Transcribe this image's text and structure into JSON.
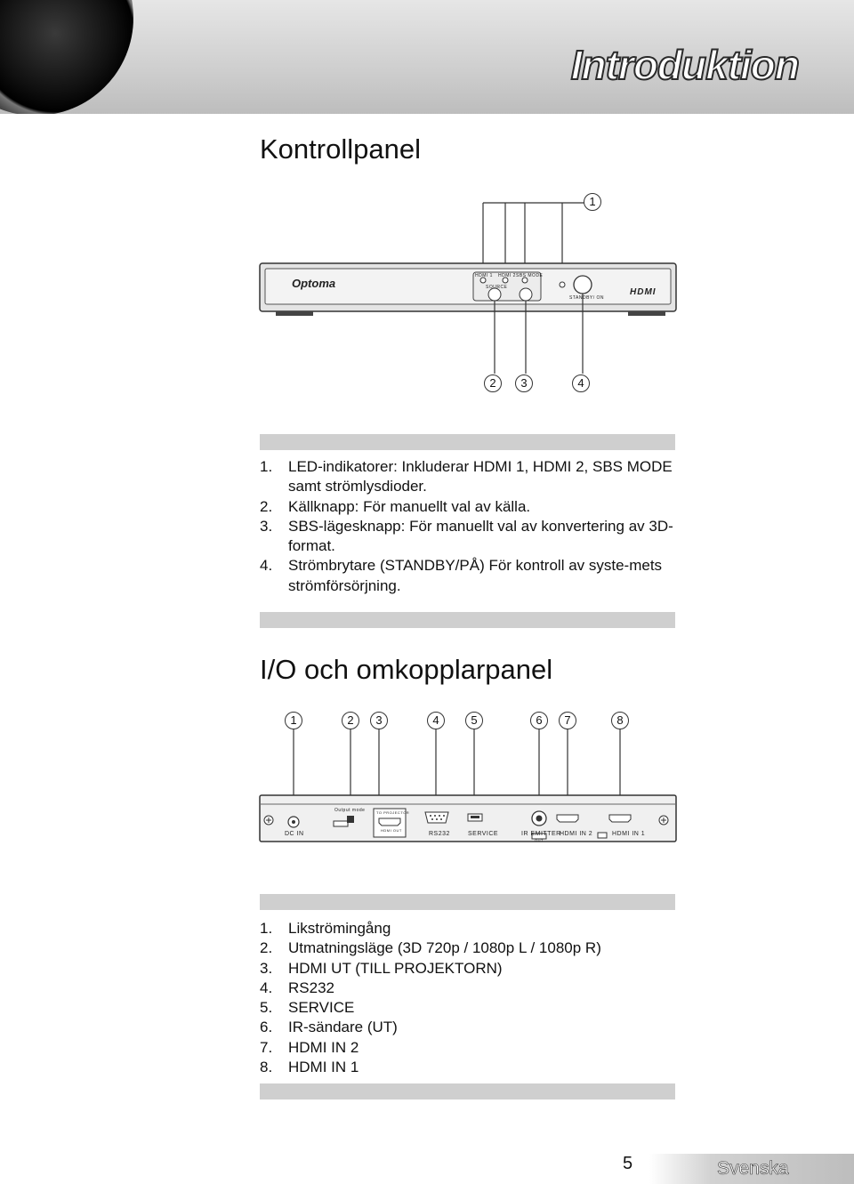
{
  "header": {
    "chapter_title": "Introduktion"
  },
  "section1": {
    "title": "Kontrollpanel",
    "brand": "Optoma",
    "device_labels": {
      "hdmi1": "HDMI 1",
      "hdmi2": "HDMI 2",
      "sbs_mode": "SBS MODE",
      "source": "SOURCE",
      "standby": "STANDBY/ ON",
      "hdmi_logo": "HDMI"
    },
    "callouts": [
      "1",
      "2",
      "3",
      "4"
    ],
    "items": [
      {
        "num": "1.",
        "text": "LED-indikatorer: Inkluderar HDMI 1, HDMI 2, SBS MODE samt strömlysdioder."
      },
      {
        "num": "2.",
        "text": "Källknapp: För manuellt val av källa."
      },
      {
        "num": "3.",
        "text": "SBS-lägesknapp: För manuellt val av konvertering av 3D-format."
      },
      {
        "num": "4.",
        "text": "Strömbrytare (STANDBY/PÅ) För kontroll av syste-mets strömförsörjning."
      }
    ]
  },
  "section2": {
    "title": "I/O och omkopplarpanel",
    "device_labels": {
      "dc_in": "DC IN",
      "output_mode": "Output mode",
      "to_projector": "TO PROJECTOR",
      "hdmi_out": "HDMI OUT",
      "rs232": "RS232",
      "service": "SERVICE",
      "ir_emitter": "IR EMITTER",
      "ir_out": "OUT",
      "hdmi_in2": "HDMI IN 2",
      "hdmi_in1": "HDMI IN 1"
    },
    "callouts": [
      "1",
      "2",
      "3",
      "4",
      "5",
      "6",
      "7",
      "8"
    ],
    "items": [
      {
        "num": "1.",
        "text": "Likströmingång"
      },
      {
        "num": "2.",
        "text": "Utmatningsläge (3D 720p / 1080p L / 1080p R)"
      },
      {
        "num": "3.",
        "text": "HDMI UT (TILL PROJEKTORN)"
      },
      {
        "num": "4.",
        "text": "RS232"
      },
      {
        "num": "5.",
        "text": "SERVICE"
      },
      {
        "num": "6.",
        "text": "IR-sändare (UT)"
      },
      {
        "num": "7.",
        "text": "HDMI IN 2"
      },
      {
        "num": "8.",
        "text": "HDMI IN 1"
      }
    ]
  },
  "footer": {
    "page_number": "5",
    "language": "Svenska"
  }
}
